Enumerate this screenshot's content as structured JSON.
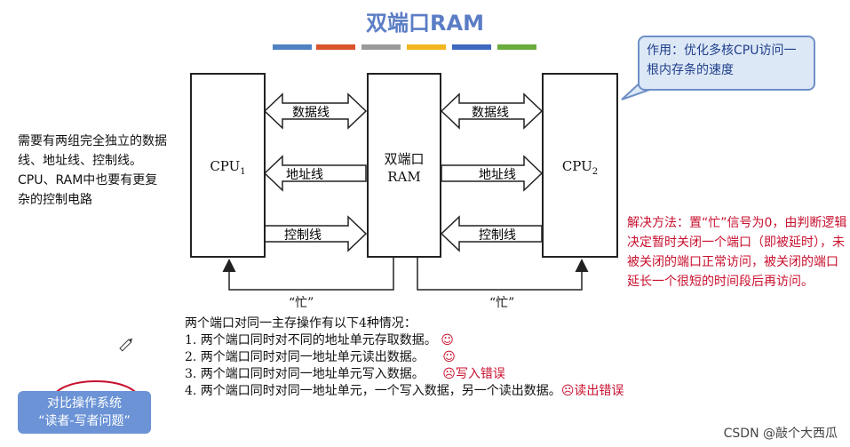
{
  "title": "双端口RAM",
  "color_bar": [
    "#4f82c3",
    "#d9542b",
    "#9a9a9a",
    "#f2b51e",
    "#3f69bf",
    "#6aab3e"
  ],
  "callout_text": "作用：优化多核CPU访问一根内存条的速度",
  "boxes": {
    "cpu1": "CPU",
    "cpu1_sub": "1",
    "ram_line1": "双端口",
    "ram_line2": "RAM",
    "cpu2": "CPU",
    "cpu2_sub": "2"
  },
  "left_lines": [
    "数据线",
    "地址线",
    "控制线"
  ],
  "right_lines": [
    "数据线",
    "地址线",
    "控制线"
  ],
  "busy_left": "“忙”",
  "busy_right": "“忙”",
  "left_note": "需要有两组完全独立的数据线、地址线、控制线。CPU、RAM中也要有更复杂的控制电路",
  "right_note": "解决方法：置“忙”信号为0，由判断逻辑决定暂时关闭一个端口（即被延时），未被关闭的端口正常访问，被关闭的端口延长一个很短的时间段后再访问。",
  "cases_intro": "两个端口对同一主存操作有以下4种情况：",
  "cases": [
    {
      "text": "1. 两个端口同时对不同的地址单元存取数据。",
      "mark": "☺",
      "result": ""
    },
    {
      "text": "2. 两个端口同时对同一地址单元读出数据。",
      "mark": "☺",
      "result": ""
    },
    {
      "text": "3. 两个端口同时对同一地址单元写入数据。",
      "mark": "☹",
      "result": "写入错误"
    },
    {
      "text": "4. 两个端口同时对同一地址单元，一个写入数据，另一个读出数据。",
      "mark": "☹",
      "result": "读出错误"
    }
  ],
  "badge_line1": "对比操作系统",
  "badge_line2": "“读者-写者问题”",
  "watermark": "CSDN @敲个大西瓜"
}
